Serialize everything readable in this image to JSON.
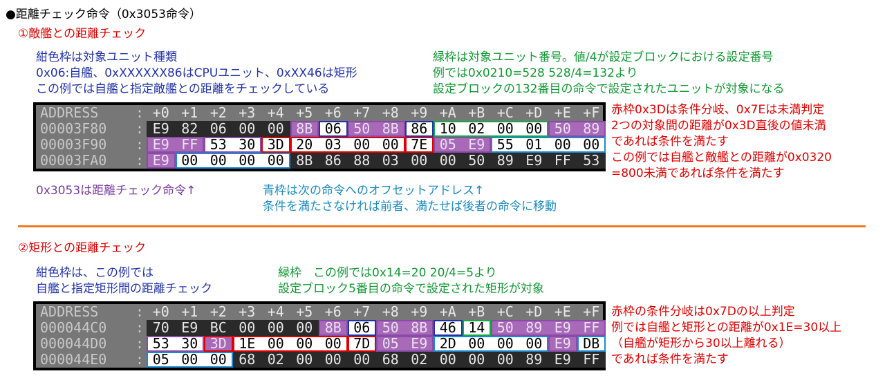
{
  "page_title": "●距離チェック命令（0x3053命令）",
  "section1": {
    "heading": "①敵艦との距離チェック",
    "navy_note": [
      "紺色枠は対象ユニット種類",
      "0x06:自艦、0xXXXXXX86はCPUユニット、0xXX46は矩形",
      "この例では自艦と指定敵艦との距離をチェックしている"
    ],
    "green_note": [
      "緑枠は対象ユニット番号。値/4が設定ブロックにおける設定番号",
      "例では0x0210=528 528/4=132より",
      "設定ブロックの132番目の命令で設定されたユニットが対象になる"
    ],
    "red_note": [
      "赤枠0x3Dは条件分岐、0x7Eは未満判定",
      "2つの対象間の距離が0x3D直後の値未満",
      "であれば条件を満たす",
      "この例では自艦と敵艦との距離が0x0320",
      "=800未満であれば条件を満たす"
    ],
    "purple_note": "0x3053は距離チェック命令↑",
    "teal_note": [
      "青枠は次の命令へのオフセットアドレス↑",
      "条件を満たさなければ前者、満たせば後者の命令に移動"
    ],
    "hex": {
      "header_addr": "ADDRESS",
      "columns": [
        "+0",
        "+1",
        "+2",
        "+3",
        "+4",
        "+5",
        "+6",
        "+7",
        "+8",
        "+9",
        "+A",
        "+B",
        "+C",
        "+D",
        "+E",
        "+F"
      ],
      "rows": [
        {
          "addr": "00003F80",
          "bytes": [
            "E9",
            "82",
            "06",
            "00",
            "00",
            "8B",
            "06",
            "50",
            "8B",
            "86",
            "10",
            "02",
            "00",
            "00",
            "50",
            "89"
          ]
        },
        {
          "addr": "00003F90",
          "bytes": [
            "E9",
            "FF",
            "53",
            "30",
            "3D",
            "20",
            "03",
            "00",
            "00",
            "7E",
            "05",
            "E9",
            "55",
            "01",
            "00",
            "00"
          ]
        },
        {
          "addr": "00003FA0",
          "bytes": [
            "E9",
            "00",
            "00",
            "00",
            "00",
            "8B",
            "86",
            "88",
            "03",
            "00",
            "00",
            "50",
            "89",
            "E9",
            "FF",
            "53"
          ]
        }
      ]
    }
  },
  "section2": {
    "heading": "②矩形との距離チェック",
    "navy_note": [
      "紺色枠は、この例では",
      "自艦と指定矩形間の距離チェック"
    ],
    "green_note": [
      "緑枠　この例では0x14=20 20/4=5より",
      "設定ブロック5番目の命令で設定された矩形が対象"
    ],
    "red_note": [
      "赤枠の条件分岐は0x7Dの以上判定",
      "例では自艦と矩形との距離が0x1E=30以上",
      "（自艦が矩形から30以上離れる）",
      "であれば条件を満たす"
    ],
    "hex": {
      "header_addr": "ADDRESS",
      "columns": [
        "+0",
        "+1",
        "+2",
        "+3",
        "+4",
        "+5",
        "+6",
        "+7",
        "+8",
        "+9",
        "+A",
        "+B",
        "+C",
        "+D",
        "+E",
        "+F"
      ],
      "rows": [
        {
          "addr": "000044C0",
          "bytes": [
            "70",
            "E9",
            "BC",
            "00",
            "00",
            "00",
            "8B",
            "06",
            "50",
            "8B",
            "46",
            "14",
            "50",
            "89",
            "E9",
            "FF"
          ]
        },
        {
          "addr": "000044D0",
          "bytes": [
            "53",
            "30",
            "3D",
            "1E",
            "00",
            "00",
            "00",
            "7D",
            "05",
            "E9",
            "2D",
            "00",
            "00",
            "00",
            "E9",
            "DB"
          ]
        },
        {
          "addr": "000044E0",
          "bytes": [
            "05",
            "00",
            "00",
            "68",
            "02",
            "00",
            "00",
            "00",
            "68",
            "02",
            "00",
            "00",
            "00",
            "89",
            "E9",
            "FF"
          ]
        }
      ]
    }
  },
  "colors": {
    "divider": "#f07a20",
    "red": "#e00000",
    "navy": "#2233aa",
    "green": "#119933",
    "purple": "#7a3aa0",
    "teal": "#1a8abf"
  }
}
